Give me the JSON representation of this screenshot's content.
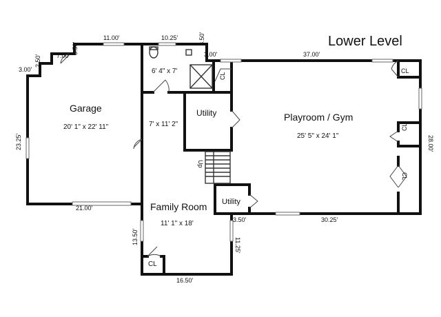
{
  "title": "Lower Level",
  "rooms": {
    "garage": {
      "name": "Garage",
      "size": "20' 1\" x 22' 11\""
    },
    "bath": {
      "size": "6' 4\" x 7'"
    },
    "hall": {
      "size": "7' x 11' 2\""
    },
    "utility_upper": {
      "name": "Utility"
    },
    "utility_lower": {
      "name": "Utility"
    },
    "playroom": {
      "name": "Playroom / Gym",
      "size": "25' 5\" x 24' 1\""
    },
    "family": {
      "name": "Family Room",
      "size": "11' 1\" x 18'"
    }
  },
  "closets": {
    "cl1": "CL",
    "cl2": "CL",
    "cl3": "CL",
    "cl4": "CL",
    "cl5": "CL"
  },
  "stairs_label": "Up",
  "dimensions": {
    "d_11_00": "11.00'",
    "d_10_25": "10.25'",
    "d_3_50_top": "3.50'",
    "d_7_00": "7.00'",
    "d_3_50_garage": "3.50'",
    "d_2_50": "2.50'",
    "d_3_00_left": "3.00'",
    "d_3_00_right": "3.00'",
    "d_37_00": "37.00'",
    "d_23_25": "23.25'",
    "d_21_00": "21.00'",
    "d_28_00": "28.00'",
    "d_3_50_bottom": "3.50'",
    "d_30_25": "30.25'",
    "d_13_50": "13.50'",
    "d_11_25": "11.25'",
    "d_16_50": "16.50'"
  }
}
